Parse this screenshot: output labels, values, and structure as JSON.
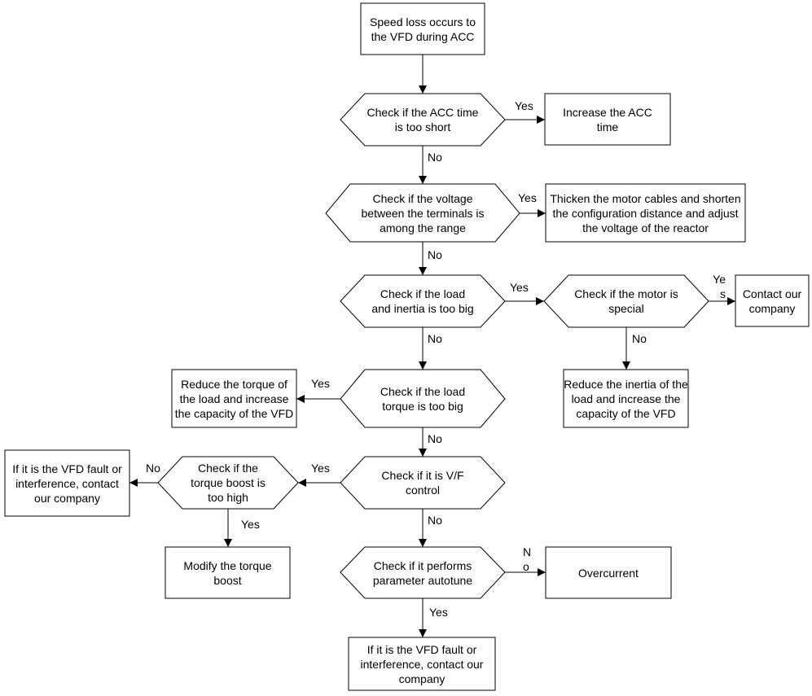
{
  "nodes": {
    "start": "Speed loss occurs to the VFD during ACC",
    "check_acc": "Check if the ACC time is too short",
    "increase_acc": "Increase the ACC time",
    "check_voltage": "Check if the voltage between the terminals is among the range",
    "thicken_cables": "Thicken the motor cables and shorten the configuration distance and adjust the voltage of the reactor",
    "check_inertia": "Check if the load and inertia is too big",
    "check_motor": "Check if the motor is special",
    "contact_company_1": "Contact our company",
    "reduce_inertia": "Reduce the inertia of the load and increase the capacity of the VFD",
    "check_torque": "Check if the load torque is too big",
    "reduce_torque": "Reduce the torque of the load and increase the capacity of the VFD",
    "check_vf": "Check if it is V/F control",
    "check_boost": "Check if the torque boost is too high",
    "vfd_fault_1": "If it is the VFD fault or interference, contact our company",
    "modify_boost": "Modify the torque boost",
    "check_autotune": "Check if it performs parameter autotune",
    "overcurrent": "Overcurrent",
    "vfd_fault_2": "If it is the VFD fault or interference, contact our company"
  },
  "labels": {
    "acc_yes": "Yes",
    "acc_no": "No",
    "voltage_yes": "Yes",
    "voltage_no": "No",
    "inertia_yes": "Yes",
    "inertia_no": "No",
    "motor_yes": "Ye\ns",
    "motor_no": "No",
    "torque_yes": "Yes",
    "torque_no": "No",
    "vf_yes": "Yes",
    "vf_no": "No",
    "boost_no": "No",
    "boost_yes": "Yes",
    "autotune_no": "N\no",
    "autotune_yes": "Yes"
  }
}
